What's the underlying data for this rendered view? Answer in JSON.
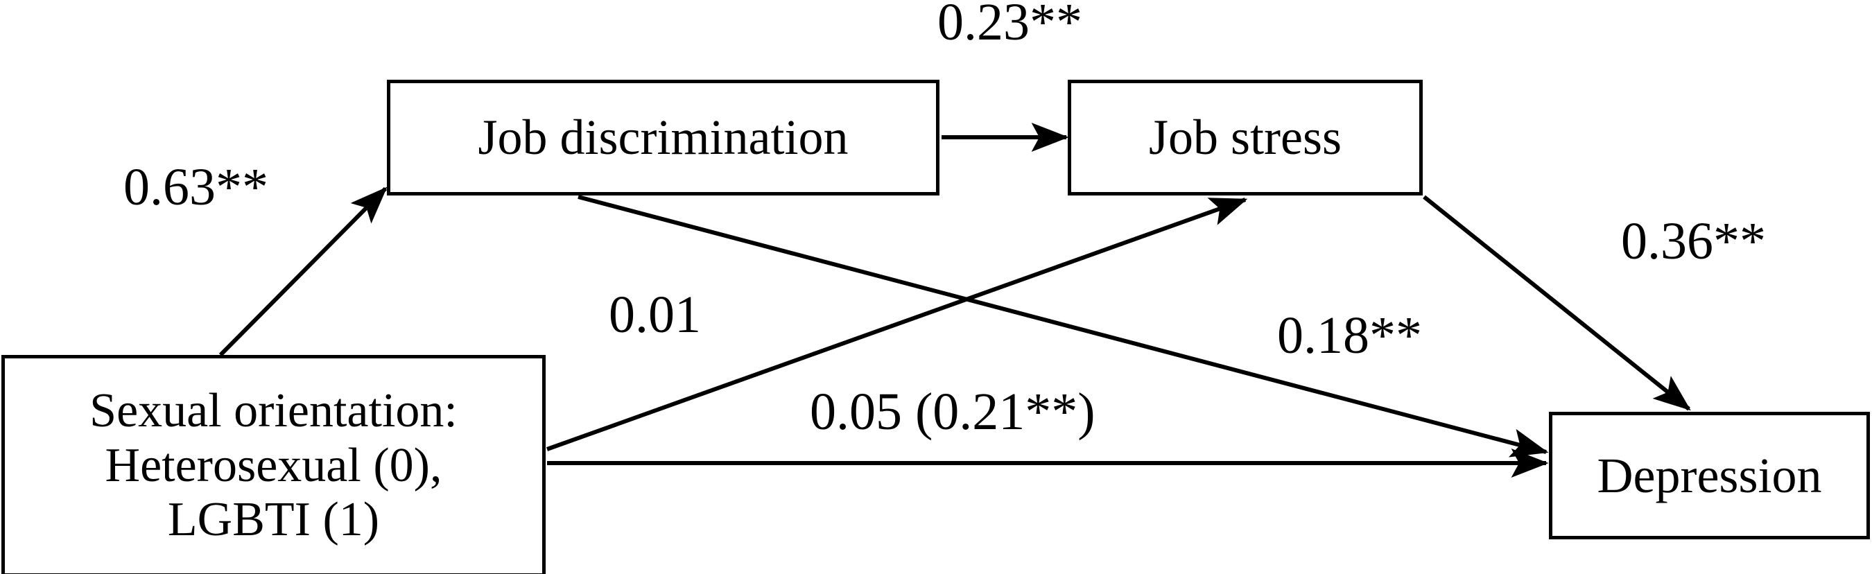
{
  "diagram": {
    "type": "path-diagram",
    "background_color": "#ffffff",
    "line_color": "#000000",
    "nodes": [
      {
        "id": "job-discrimination",
        "label": "Job discrimination"
      },
      {
        "id": "job-stress",
        "label": "Job stress"
      },
      {
        "id": "depression",
        "label": "Depression"
      },
      {
        "id": "sexual-orientation",
        "label": "Sexual orientation:\nHeterosexual (0),\nLGBTI (1)"
      }
    ],
    "edges": [
      {
        "id": "so-jd",
        "from": "sexual-orientation",
        "to": "job-discrimination",
        "label": "0.63**"
      },
      {
        "id": "jd-js",
        "from": "job-discrimination",
        "to": "job-stress",
        "label": "0.23**"
      },
      {
        "id": "js-dep",
        "from": "job-stress",
        "to": "depression",
        "label": "0.36**"
      },
      {
        "id": "so-js",
        "from": "sexual-orientation",
        "to": "job-stress",
        "label": "0.01"
      },
      {
        "id": "jd-dep",
        "from": "job-discrimination",
        "to": "depression",
        "label": "0.18**"
      },
      {
        "id": "so-dep",
        "from": "sexual-orientation",
        "to": "depression",
        "label": "0.05 (0.21**)"
      }
    ]
  },
  "chart_data": {
    "type": "diagram",
    "title": "",
    "nodes": [
      "Job discrimination",
      "Job stress",
      "Depression",
      "Sexual orientation: Heterosexual (0), LGBTI (1)"
    ],
    "paths": [
      {
        "source": "Sexual orientation: Heterosexual (0), LGBTI (1)",
        "target": "Job discrimination",
        "coefficient": 0.63,
        "significance": "**",
        "display": "0.63**"
      },
      {
        "source": "Job discrimination",
        "target": "Job stress",
        "coefficient": 0.23,
        "significance": "**",
        "display": "0.23**"
      },
      {
        "source": "Job stress",
        "target": "Depression",
        "coefficient": 0.36,
        "significance": "**",
        "display": "0.36**"
      },
      {
        "source": "Sexual orientation: Heterosexual (0), LGBTI (1)",
        "target": "Job stress",
        "coefficient": 0.01,
        "significance": "",
        "display": "0.01"
      },
      {
        "source": "Job discrimination",
        "target": "Depression",
        "coefficient": 0.18,
        "significance": "**",
        "display": "0.18**"
      },
      {
        "source": "Sexual orientation: Heterosexual (0), LGBTI (1)",
        "target": "Depression",
        "coefficient": 0.05,
        "coefficient_total": 0.21,
        "significance": "",
        "significance_total": "**",
        "display": "0.05 (0.21**)"
      }
    ]
  }
}
